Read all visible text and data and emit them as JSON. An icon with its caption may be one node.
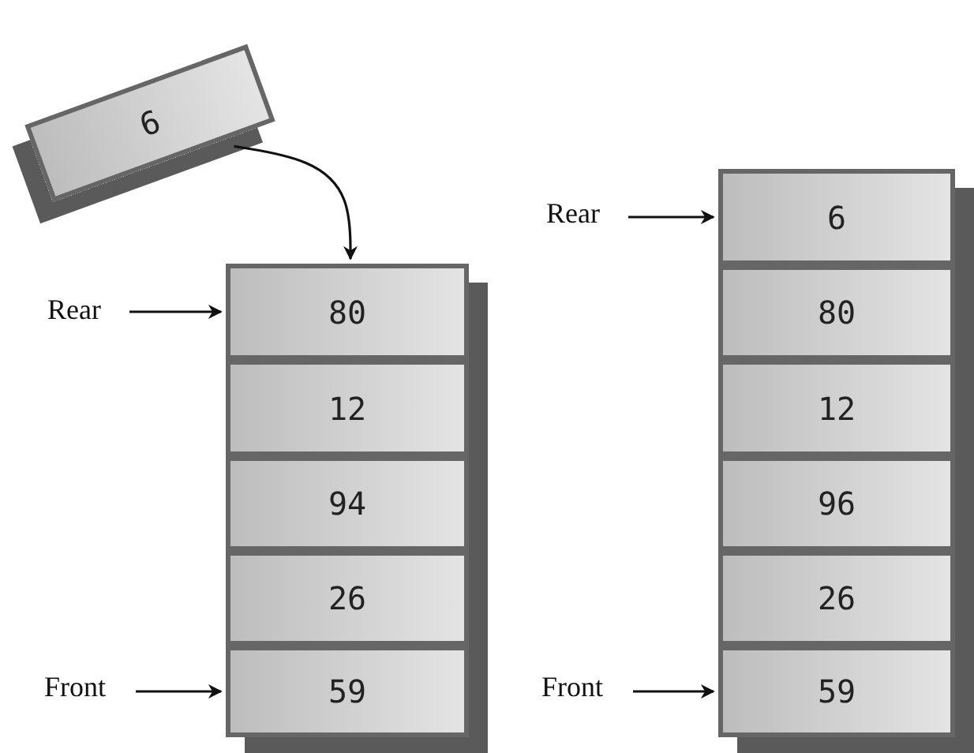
{
  "diagram": {
    "nodes": [
      {
        "text": [
          "6"
        ]
      },
      {
        "text": [
          "80"
        ]
      },
      {
        "text": [
          "12"
        ]
      },
      {
        "text": [
          "94"
        ]
      },
      {
        "text": [
          "26"
        ]
      },
      {
        "text": [
          "59"
        ]
      },
      {
        "text": [
          "6"
        ]
      },
      {
        "text": [
          "80"
        ]
      },
      {
        "text": [
          "12"
        ]
      },
      {
        "text": [
          "96"
        ]
      },
      {
        "text": [
          "26"
        ]
      },
      {
        "text": [
          "59"
        ]
      },
      {
        "text": [
          "Rear"
        ]
      },
      {
        "text": [
          "Front"
        ]
      },
      {
        "text": [
          "Rear"
        ]
      },
      {
        "text": [
          "Front"
        ]
      }
    ],
    "edges": [
      {
        "from": 0,
        "to": 1,
        "arrow": "to"
      },
      {
        "from": 12,
        "to": 1,
        "arrow": "to"
      },
      {
        "from": 13,
        "to": 5,
        "arrow": "to"
      },
      {
        "from": 14,
        "to": 6,
        "arrow": "to"
      },
      {
        "from": 15,
        "to": 11,
        "arrow": "to"
      }
    ]
  }
}
